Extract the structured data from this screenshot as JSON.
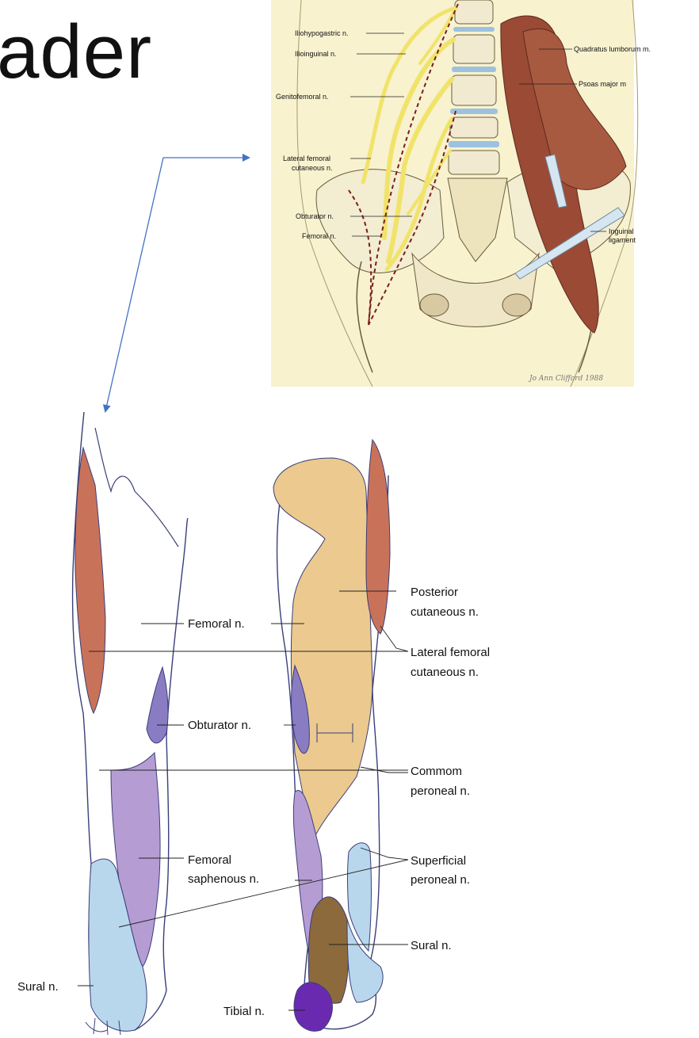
{
  "slide": {
    "title": "ader"
  },
  "top_figure": {
    "labels": {
      "iliohypogastric": "Iliohypogastric n.",
      "ilioinguinal": "Ilioinguinal n.",
      "genitofemoral": "Genitofemoral n.",
      "lateral_femoral_1": "Lateral femoral",
      "lateral_femoral_2": "cutaneous n.",
      "obturator": "Obturator n.",
      "femoral": "Femoral n.",
      "quadratus": "Quadratus lumborum m.",
      "psoas": "Psoas major m",
      "inguinal_1": "Inguinal",
      "inguinal_2": "ligament"
    },
    "signature": "Jo Ann Clifford  1988"
  },
  "legs_figure": {
    "labels": {
      "femoral": "Femoral n.",
      "posterior_1": "Posterior",
      "posterior_2": "cutaneous n.",
      "lat_femoral_1": "Lateral femoral",
      "lat_femoral_2": "cutaneous n.",
      "obturator": "Obturator n.",
      "common_peroneal_1": "Commom",
      "common_peroneal_2": "peroneal n.",
      "femoral_saph_1": "Femoral",
      "femoral_saph_2": "saphenous n.",
      "superficial_1": "Superficial",
      "superficial_2": "peroneal n.",
      "sural_right": "Sural n.",
      "sural_left": "Sural n.",
      "tibial": "Tibial n."
    }
  },
  "colors": {
    "lateral_femoral": "#c9725a",
    "posterior": "#ecc98e",
    "obturator": "#8a7cc3",
    "saphenous": "#b59dd3",
    "peroneal": "#b9d7ec",
    "sural": "#8c6a3c",
    "tibial": "#6a2ab0",
    "arrow": "#4472c4",
    "nerve": "#f1e36a",
    "muscle": "#9b4a35",
    "bone": "#f4eed2",
    "background": "#f8f2cf"
  }
}
